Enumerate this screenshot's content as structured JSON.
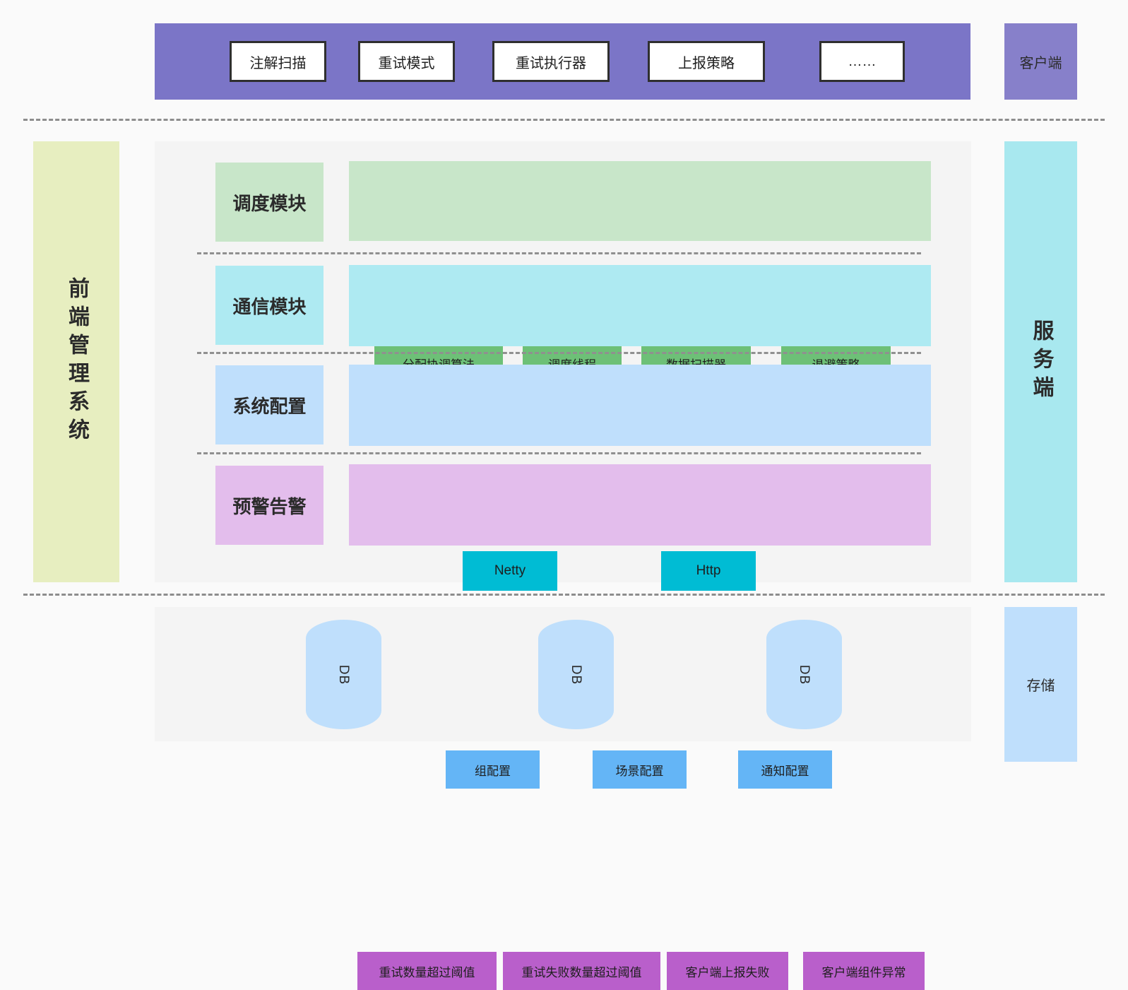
{
  "colors": {
    "page_bg": "#fafafa",
    "panel_bg": "#f4f4f4",
    "client_purple": "#7b75c7",
    "client_side_purple": "#8780ca",
    "frontend_rail": "#e7eec0",
    "server_rail": "#a8e8ef",
    "storage_rail": "#bfdffc",
    "scheduling_band": "#c8e6c9",
    "scheduling_item": "#6dc077",
    "communication_band": "#aeeaf2",
    "communication_item": "#00bcd4",
    "config_band": "#bfdffc",
    "config_item": "#64b5f6",
    "alert_band": "#e3bdec",
    "alert_item": "#b95fcb",
    "db_fill": "#bfdffc",
    "dash_line": "#8d8d8d"
  },
  "client_tier": {
    "side_label": "客户端",
    "chips": [
      {
        "label": "注解扫描"
      },
      {
        "label": "重试模式"
      },
      {
        "label": "重试执行器"
      },
      {
        "label": "上报策略"
      },
      {
        "label": "……"
      }
    ]
  },
  "frontend_rail": {
    "label": "前端管理系统"
  },
  "server_tier": {
    "side_label": "服务端",
    "rows": [
      {
        "key": "scheduling",
        "label": "调度模块",
        "items": [
          {
            "label": "分配协调算法"
          },
          {
            "label": "调度线程"
          },
          {
            "label": "数据扫描器"
          },
          {
            "label": "退避策略"
          }
        ]
      },
      {
        "key": "communication",
        "label": "通信模块",
        "items": [
          {
            "label": "Netty"
          },
          {
            "label": "Http"
          }
        ]
      },
      {
        "key": "config",
        "label": "系统配置",
        "items": [
          {
            "label": "组配置"
          },
          {
            "label": "场景配置"
          },
          {
            "label": "通知配置"
          }
        ]
      },
      {
        "key": "alert",
        "label": "预警告警",
        "items": [
          {
            "label": "重试数量超过阈值"
          },
          {
            "label": "重试失败数量超过阈值"
          },
          {
            "label": "客户端上报失败"
          },
          {
            "label": "客户端组件异常"
          }
        ]
      }
    ]
  },
  "storage_tier": {
    "side_label": "存储",
    "databases": [
      {
        "label": "DB"
      },
      {
        "label": "DB"
      },
      {
        "label": "DB"
      }
    ]
  }
}
